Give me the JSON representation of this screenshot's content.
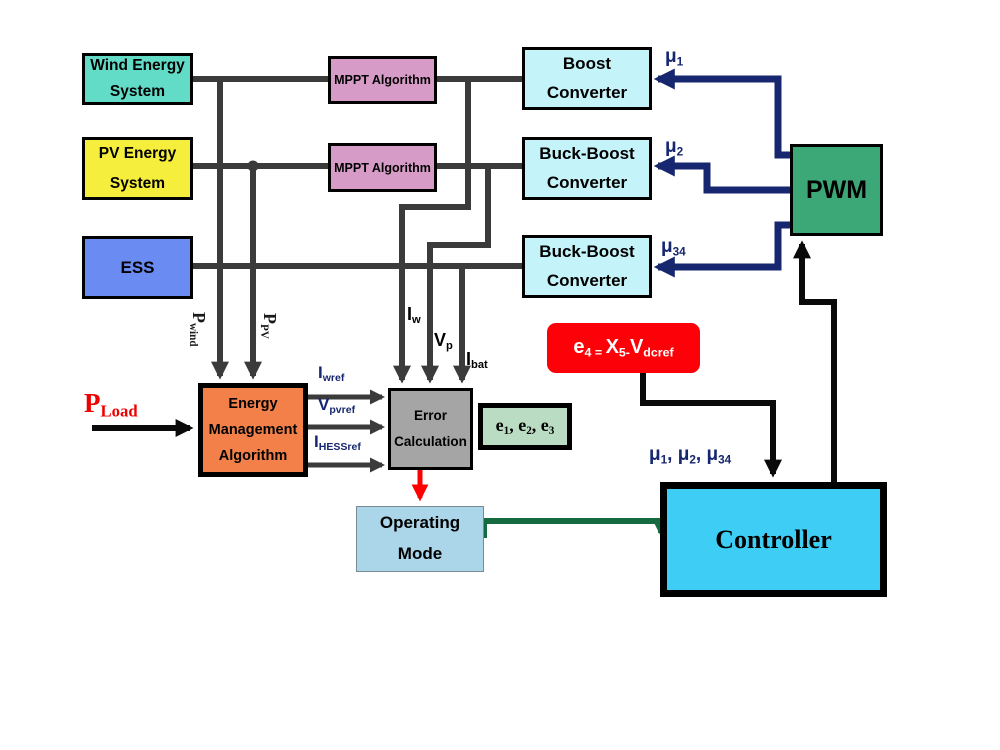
{
  "diagram_title": "Hybrid energy system control block diagram",
  "boxes": {
    "wind": {
      "line1": "Wind Energy",
      "line2": "System"
    },
    "pv": {
      "line1": "PV Energy",
      "line2": "System"
    },
    "ess": {
      "label": "ESS"
    },
    "mppt1": {
      "label": "MPPT Algorithm"
    },
    "mppt2": {
      "label": "MPPT Algorithm"
    },
    "boost": {
      "line1": "Boost",
      "line2": "Converter"
    },
    "buckboost1": {
      "line1": "Buck-Boost",
      "line2": "Converter"
    },
    "buckboost2": {
      "line1": "Buck-Boost",
      "line2": "Converter"
    },
    "pwm": {
      "label": "PWM"
    },
    "ema": {
      "line1": "Energy",
      "line2": "Management",
      "line3": "Algorithm"
    },
    "error_calc": {
      "line1": "Error",
      "line2": "Calculation"
    },
    "operating_mode": {
      "line1": "Operating",
      "line2": "Mode"
    },
    "controller": {
      "label": "Controller"
    }
  },
  "signals": {
    "p_load": {
      "base": "P",
      "sub": "Load"
    },
    "p_wind": {
      "base": "P",
      "sub": "wind"
    },
    "p_pv": {
      "base": "P",
      "sub": "PV"
    },
    "i_w": {
      "base": "I",
      "sub": "w"
    },
    "v_p": {
      "base": "V",
      "sub": "p"
    },
    "i_bat": {
      "base": "I",
      "sub": "bat"
    },
    "i_wref": {
      "base": "I",
      "sub": "wref"
    },
    "v_pvref": {
      "base": "V",
      "sub": "pvref"
    },
    "i_hessref": {
      "base": "I",
      "sub": "HESSref"
    },
    "mu1": {
      "base": "μ",
      "sub": "1"
    },
    "mu2": {
      "base": "μ",
      "sub": "2"
    },
    "mu34": {
      "base": "μ",
      "sub": "34"
    },
    "mu_group": {
      "t1": "μ",
      "s1": "1",
      "c1": ", ",
      "t2": "μ",
      "s2": "2",
      "c2": ", ",
      "t3": "μ",
      "s3": "34"
    },
    "e4": {
      "b1": "e",
      "s1": "4",
      "eq": " = ",
      "b2": "X",
      "s2": "5-",
      "b3": "V",
      "s3": "dcref"
    },
    "e123": {
      "t1": "e",
      "s1": "1",
      "c1": ", ",
      "t2": "e",
      "s2": "2",
      "c2": ", ",
      "t3": "e",
      "s3": "3"
    }
  },
  "colors": {
    "wind_box": "#63DCC7",
    "pv_box": "#F5EE3C",
    "ess_box": "#6A8BF2",
    "mppt_box": "#D69CC7",
    "converter_box": "#C4F3F9",
    "pwm_box": "#3CA877",
    "ema_box": "#F28048",
    "error_box": "#A5A5A5",
    "e123_box": "#BADCC3",
    "e4_box": "#FC0107",
    "operating_mode_box": "#ABD5E9",
    "controller_box": "#3ECDF5",
    "bus_wire": "#3B3B3B",
    "control_wire": "#0A0A0A",
    "mu_wire": "#16276F",
    "error_arrow": "#FF0000",
    "mode_wire": "#156B3F"
  }
}
